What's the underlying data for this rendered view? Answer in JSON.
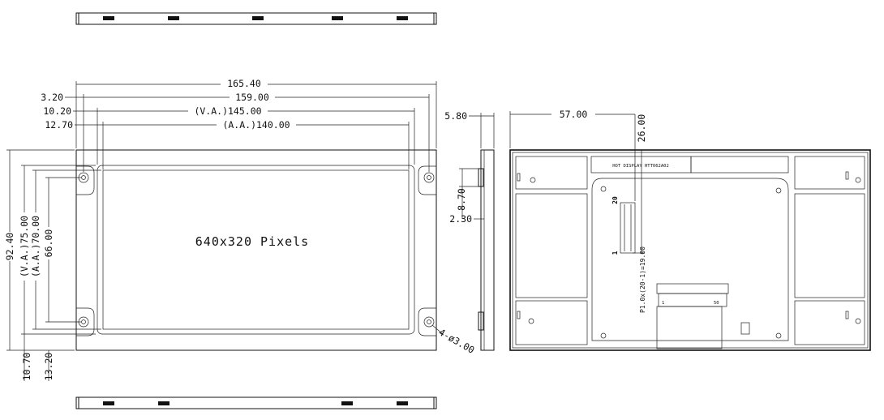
{
  "front": {
    "pixels_label": "640x320 Pixels",
    "dim_width_total": "165.40",
    "dim_width_159": "159.00",
    "dim_va_width": "(V.A.)145.00",
    "dim_aa_width": "(A.A.)140.00",
    "dim_left_3_20": "3.20",
    "dim_left_10_20": "10.20",
    "dim_left_12_70": "12.70",
    "dim_height_total": "92.40",
    "dim_va_height": "(V.A.)75.00",
    "dim_aa_height": "(A.A.)70.00",
    "dim_height_66": "66.00",
    "dim_bottom_10_70": "10.70",
    "dim_bottom_13_20": "13.20",
    "dim_holes": "4-ø3.00"
  },
  "side": {
    "dim_thickness": "5.80",
    "dim_8_70": "8.70",
    "dim_2_30": "2.30"
  },
  "back": {
    "dim_57": "57.00",
    "dim_26": "26.00",
    "label_text": "HOT DISPLAY HTT062A02",
    "connector_pin_20": "20",
    "connector_pin_1": "1",
    "pitch_label": "P1.0x(20-1)=19.00",
    "fpc_pin_1": "1",
    "fpc_pin_50": "50"
  }
}
